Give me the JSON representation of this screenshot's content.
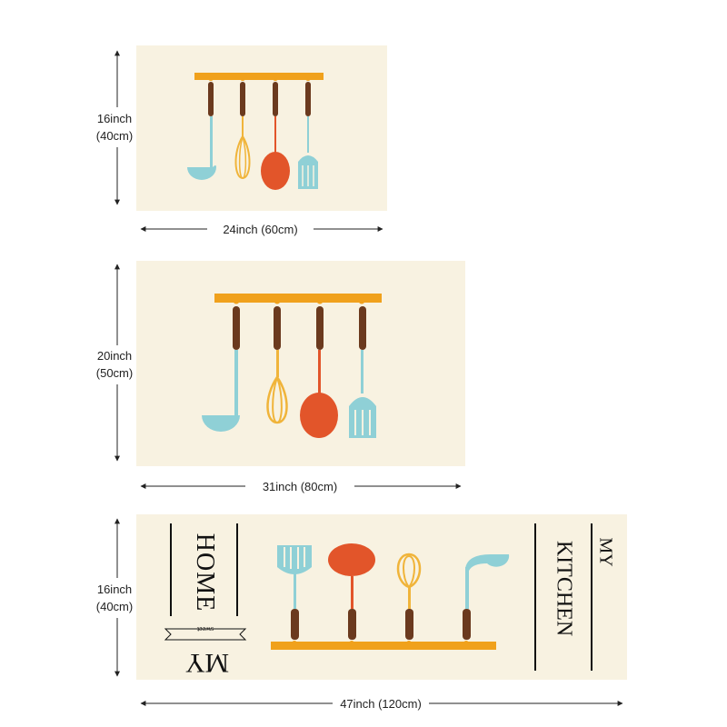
{
  "mats": [
    {
      "height_label_inch": "16inch",
      "height_label_cm": "(40cm)",
      "width_label": "24inch (60cm)"
    },
    {
      "height_label_inch": "20inch",
      "height_label_cm": "(50cm)",
      "width_label": "31inch (80cm)"
    },
    {
      "height_label_inch": "16inch",
      "height_label_cm": "(40cm)",
      "width_label": "47inch (120cm)",
      "left_text_main": "HOME",
      "left_text_small": "sweet",
      "left_text_my": "MY",
      "right_text_my": "MY",
      "right_text_main": "KITCHEN"
    }
  ],
  "colors": {
    "mat": "#f8f2e1",
    "rack": "#f0a11c",
    "handle": "#6b3a1e",
    "ladle": "#8fd0d6",
    "whisk": "#f0b43a",
    "skimmer": "#e2552a",
    "spatula": "#8fd0d6"
  },
  "icons": [
    "ladle-icon",
    "whisk-icon",
    "skimmer-icon",
    "spatula-icon",
    "hook-rack-icon"
  ]
}
